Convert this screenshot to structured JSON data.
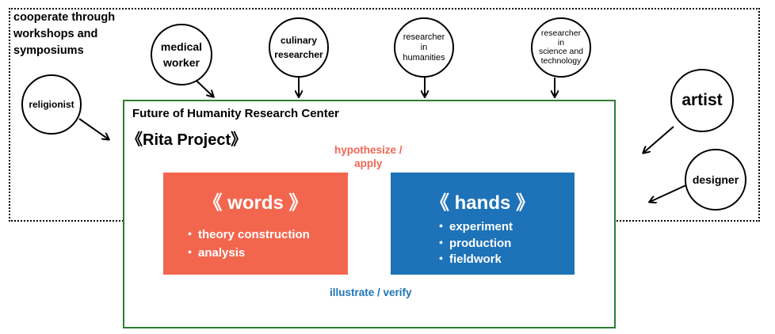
{
  "outer": {
    "label": "cooperate through\nworkshops and\nsymposiums"
  },
  "collaborators": {
    "religionist": "religionist",
    "medical_worker": "medical\nworker",
    "culinary_researcher": "culinary\nresearcher",
    "humanities_researcher": "researcher\nin\nhumanities",
    "science_researcher": "researcher\nin\nscience and\ntechnology",
    "artist": "artist",
    "designer": "designer"
  },
  "center": {
    "title": "Future of Humanity Research Center",
    "project": "《Rita Project》",
    "words": {
      "title": "《 words 》",
      "items": [
        "theory construction",
        "analysis"
      ]
    },
    "hands": {
      "title": "《 hands 》",
      "items": [
        "experiment",
        "production",
        "fieldwork"
      ]
    },
    "flow_top": "hypothesize /\napply",
    "flow_bottom": "illustrate / verify",
    "bullet": "・"
  },
  "colors": {
    "words": "#f3664e",
    "hands": "#1d72b8",
    "frame": "#2e7d32"
  }
}
